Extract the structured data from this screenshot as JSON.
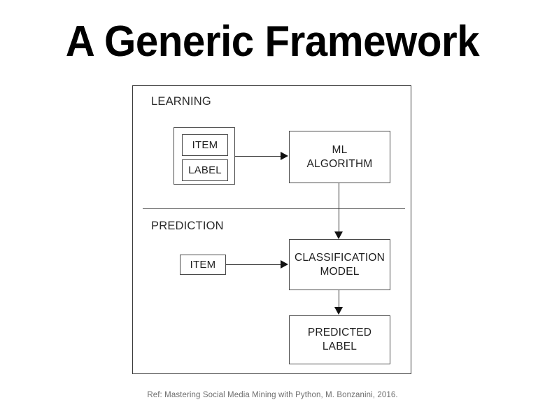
{
  "slide": {
    "title": "A Generic Framework",
    "reference": "Ref: Mastering Social Media Mining with Python, M. Bonzanini, 2016."
  },
  "colors": {
    "background": "#ffffff",
    "title_text": "#000000",
    "frame_border": "#3a3a3a",
    "node_border": "#4a4a4a",
    "node_text": "#1f1f1f",
    "caption_text": "#2b2b2b",
    "connector": "#2e2e2e",
    "divider": "#5a5a5a",
    "reference_text": "#6e6e6e"
  },
  "diagram": {
    "sections": [
      {
        "id": "learning",
        "caption": "LEARNING"
      },
      {
        "id": "prediction",
        "caption": "PREDICTION"
      }
    ],
    "nodes": [
      {
        "id": "training-data",
        "label": "",
        "section": "learning",
        "kind": "container"
      },
      {
        "id": "item-train",
        "label": "ITEM",
        "section": "learning",
        "kind": "box"
      },
      {
        "id": "label-train",
        "label": "LABEL",
        "section": "learning",
        "kind": "box"
      },
      {
        "id": "ml-algorithm",
        "label_line1": "ML",
        "label_line2": "ALGORITHM",
        "section": "learning",
        "kind": "box"
      },
      {
        "id": "item-predict",
        "label": "ITEM",
        "section": "prediction",
        "kind": "box"
      },
      {
        "id": "classification-model",
        "label_line1": "CLASSIFICATION",
        "label_line2": "MODEL",
        "section": "prediction",
        "kind": "box"
      },
      {
        "id": "predicted-label",
        "label_line1": "PREDICTED",
        "label_line2": "LABEL",
        "section": "prediction",
        "kind": "box"
      }
    ],
    "edges": [
      {
        "id": "train-to-ml",
        "from": "training-data",
        "to": "ml-algorithm",
        "direction": "right"
      },
      {
        "id": "ml-to-clf",
        "from": "ml-algorithm",
        "to": "classification-model",
        "direction": "down"
      },
      {
        "id": "item-to-clf",
        "from": "item-predict",
        "to": "classification-model",
        "direction": "right"
      },
      {
        "id": "clf-to-pred",
        "from": "classification-model",
        "to": "predicted-label",
        "direction": "down"
      }
    ]
  }
}
